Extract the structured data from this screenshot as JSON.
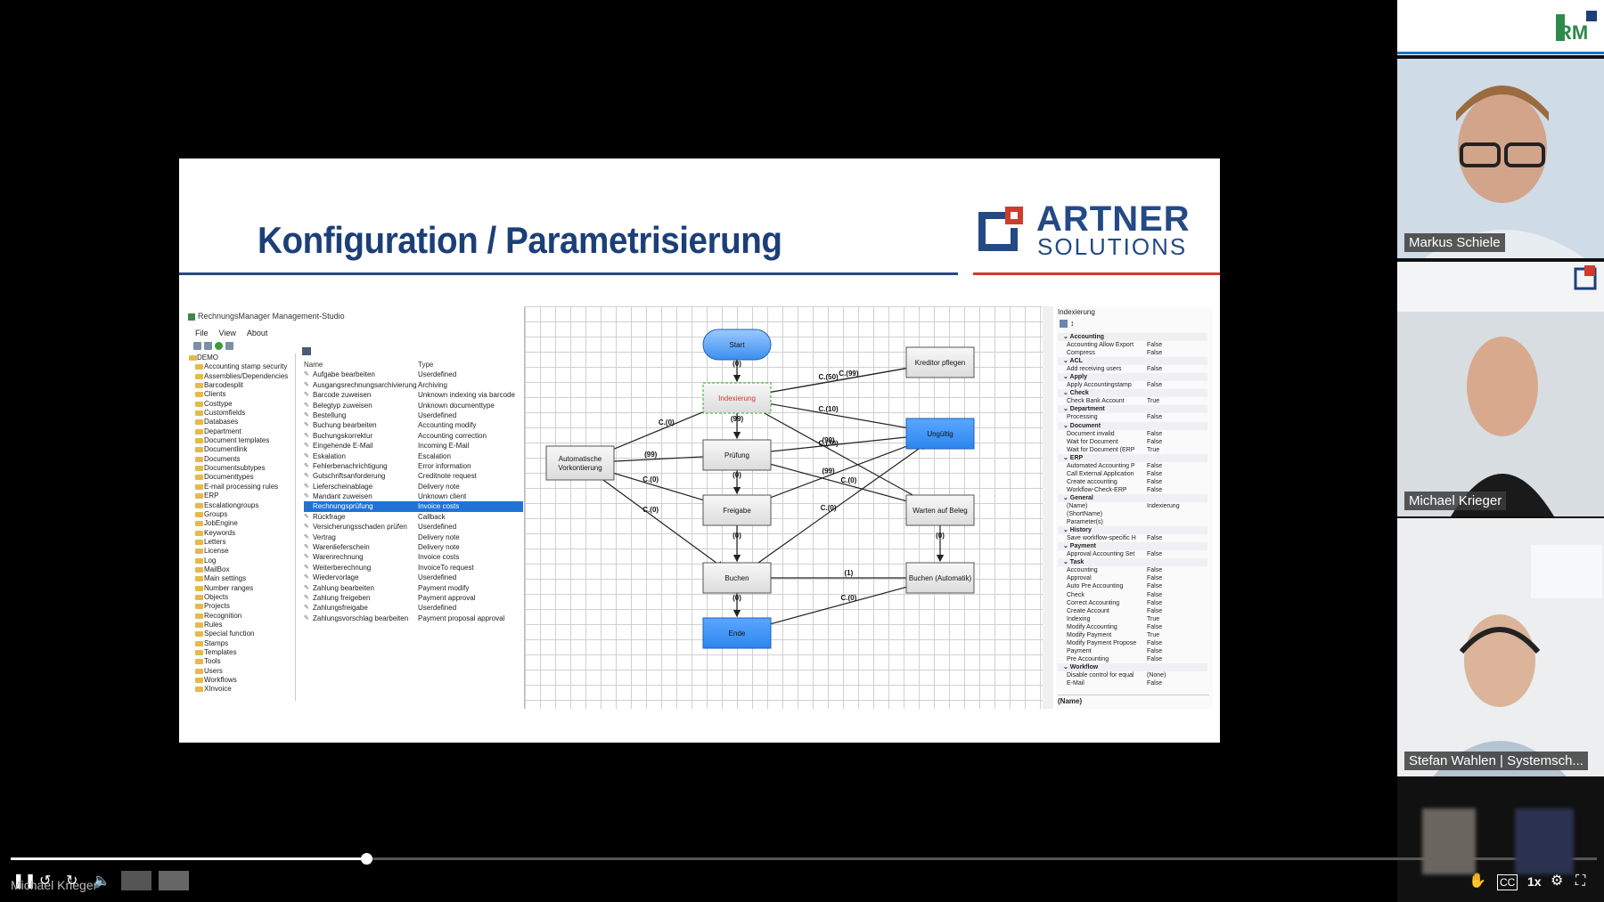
{
  "slide": {
    "title": "Konfiguration / Parametrisierung",
    "logo_line1": "ARTNER",
    "logo_line2": "SOLUTIONS",
    "colors": {
      "blue": "#244a85",
      "red": "#d13a2c"
    }
  },
  "studio": {
    "window_title": "RechnungsManager Management-Studio",
    "menu": [
      "File",
      "View",
      "About"
    ],
    "tree_root": "DEMO",
    "tree": [
      "Accounting stamp security",
      "Assemblies/Dependencies",
      "Barcodesplit",
      "Clients",
      "Costtype",
      "Customfields",
      "Databases",
      "Department",
      "Document templates",
      "Documentlink",
      "Documents",
      "Documentsubtypes",
      "Documenttypes",
      "E-mail processing rules",
      "ERP",
      "Escalationgroups",
      "Groups",
      "JobEngine",
      "Keywords",
      "Letters",
      "License",
      "Log",
      "MailBox",
      "Main settings",
      "Number ranges",
      "Objects",
      "Projects",
      "Recognition",
      "Rules",
      "Special function",
      "Stamps",
      "Templates",
      "Tools",
      "Users",
      "Workflows",
      "XInvoice"
    ],
    "task_columns": [
      "Name",
      "Type"
    ],
    "tasks": [
      [
        "Aufgabe bearbeiten",
        "Userdefined"
      ],
      [
        "Ausgangsrechnungsarchivierung",
        "Archiving"
      ],
      [
        "Barcode zuweisen",
        "Unknown indexing via barcode"
      ],
      [
        "Belegtyp zuweisen",
        "Unknown documenttype"
      ],
      [
        "Bestellung",
        "Userdefined"
      ],
      [
        "Buchung bearbeiten",
        "Accounting modify"
      ],
      [
        "Buchungskorrektur",
        "Accounting correction"
      ],
      [
        "Eingehende E-Mail",
        "Incoming E-Mail"
      ],
      [
        "Eskalation",
        "Escalation"
      ],
      [
        "Fehlerbenachrichtigung",
        "Error information"
      ],
      [
        "Gutschriftsanforderung",
        "Creditnote request"
      ],
      [
        "Lieferscheinablage",
        "Delivery note"
      ],
      [
        "Mandant zuweisen",
        "Unknown client"
      ],
      [
        "Rechnungsprüfung",
        "Invoice costs"
      ],
      [
        "Rückfrage",
        "Callback"
      ],
      [
        "Versicherungsschaden prüfen",
        "Userdefined"
      ],
      [
        "Vertrag",
        "Delivery note"
      ],
      [
        "Warenlieferschein",
        "Delivery note"
      ],
      [
        "Warenrechnung",
        "Invoice costs"
      ],
      [
        "Weiterberechnung",
        "InvoiceTo request"
      ],
      [
        "Wiedervorlage",
        "Userdefined"
      ],
      [
        "Zahlung bearbeiten",
        "Payment modify"
      ],
      [
        "Zahlung freigeben",
        "Payment approval"
      ],
      [
        "Zahlungsfreigabe",
        "Userdefined"
      ],
      [
        "Zahlungsvorschlag bearbeiten",
        "Payment proposal approval"
      ]
    ],
    "selected_task_index": 13,
    "workflow": {
      "nodes": {
        "start": "Start",
        "indexierung": "Indexierung",
        "pruefung": "Prüfung",
        "freigabe": "Freigabe",
        "buchen": "Buchen",
        "ende": "Ende",
        "auto_vorkontierung": "Automatische Vorkontierung",
        "kreditor": "Kreditor pflegen",
        "ungueltig": "Ungültig",
        "warten": "Warten auf Beleg",
        "buchen_auto": "Buchen (Automatik)"
      },
      "edge_labels": [
        "(0)",
        "C.(50)",
        "C.(99)",
        "C.(10)",
        "C.(0)",
        "(99)",
        "(99)",
        "C.(30)",
        "(99)",
        "C.(0)",
        "(0)",
        "C.(0)",
        "(99)",
        "(0)",
        "C.(0)",
        "(0)",
        "(1)",
        "C.(0)",
        "C.(0)",
        "(0)"
      ]
    },
    "props_title": "Indexierung",
    "props": [
      {
        "cat": "Accounting"
      },
      {
        "k": "Accounting Allow Export",
        "v": "False"
      },
      {
        "k": "Compress",
        "v": "False"
      },
      {
        "cat": "ACL"
      },
      {
        "k": "Add receiving users",
        "v": "False"
      },
      {
        "cat": "Apply"
      },
      {
        "k": "Apply Accountingstamp",
        "v": "False"
      },
      {
        "cat": "Check"
      },
      {
        "k": "Check Bank Account",
        "v": "True"
      },
      {
        "cat": "Department"
      },
      {
        "k": "Processing",
        "v": "False"
      },
      {
        "cat": "Document"
      },
      {
        "k": "Document invalid",
        "v": "False"
      },
      {
        "k": "Wait for Document",
        "v": "False"
      },
      {
        "k": "Wait for Document (ERP",
        "v": "True"
      },
      {
        "cat": "ERP"
      },
      {
        "k": "Automated Accounting P",
        "v": "False"
      },
      {
        "k": "Call External Application",
        "v": "False"
      },
      {
        "k": "Create accounting",
        "v": "False"
      },
      {
        "k": "Workflow-Check-ERP",
        "v": "False"
      },
      {
        "cat": "General"
      },
      {
        "k": "(Name)",
        "v": "Indexierung"
      },
      {
        "k": "(ShortName)",
        "v": ""
      },
      {
        "k": "Parameter(s)",
        "v": ""
      },
      {
        "cat": "History"
      },
      {
        "k": "Save workflow-specific H",
        "v": "False"
      },
      {
        "cat": "Payment"
      },
      {
        "k": "Approval Accounting Set",
        "v": "False"
      },
      {
        "cat": "Task"
      },
      {
        "k": "Accounting",
        "v": "False"
      },
      {
        "k": "Approval",
        "v": "False"
      },
      {
        "k": "Auto Pre Accounting",
        "v": "False"
      },
      {
        "k": "Check",
        "v": "False"
      },
      {
        "k": "Correct Accounting",
        "v": "False"
      },
      {
        "k": "Create Account",
        "v": "False"
      },
      {
        "k": "Indexing",
        "v": "True"
      },
      {
        "k": "Modify Accounting",
        "v": "False"
      },
      {
        "k": "Modify Payment",
        "v": "True"
      },
      {
        "k": "Modify Payment Propose",
        "v": "False"
      },
      {
        "k": "Payment",
        "v": "False"
      },
      {
        "k": "Pre Accounting",
        "v": "False"
      },
      {
        "cat": "Workflow"
      },
      {
        "k": "Disable control for equal",
        "v": "(None)"
      },
      {
        "k": "E-Mail",
        "v": "False"
      }
    ],
    "props_footer": "(Name)"
  },
  "participants": [
    {
      "name": "Markus Schiele"
    },
    {
      "name": "Michael Krieger"
    },
    {
      "name": "Stefan Wahlen | Systemsch..."
    }
  ],
  "corner_logo": "RM",
  "player": {
    "progress": 0.225,
    "speaker_caption": "Michael Krieger",
    "speed": "1x"
  }
}
